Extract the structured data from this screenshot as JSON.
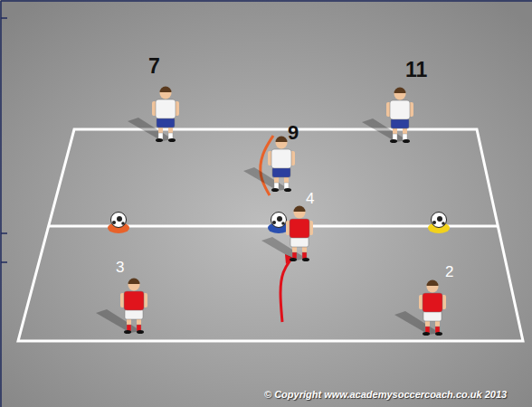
{
  "diagram": {
    "labels": [
      "7",
      "11",
      "9",
      "4",
      "3",
      "2",
      "© Copyright www.academysoccercoach.co.uk 2013"
    ]
  }
}
